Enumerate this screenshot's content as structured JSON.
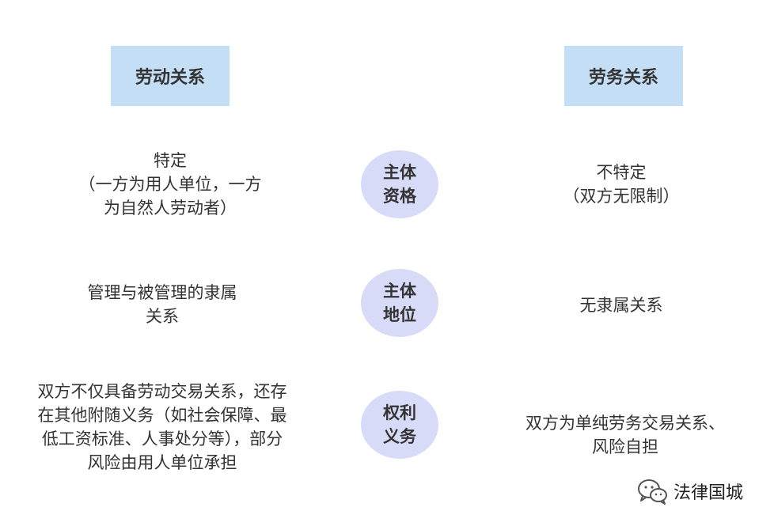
{
  "headers": {
    "left": "劳动关系",
    "right": "劳务关系"
  },
  "rows": [
    {
      "category": [
        "主体",
        "资格"
      ],
      "left": [
        "特定",
        "（一方为用人单位，一方",
        "为自然人劳动者）"
      ],
      "right": [
        "不特定",
        "（双方无限制）"
      ]
    },
    {
      "category": [
        "主体",
        "地位"
      ],
      "left": [
        "管理与被管理的隶属",
        "关系"
      ],
      "right": [
        "无隶属关系"
      ]
    },
    {
      "category": [
        "权利",
        "义务"
      ],
      "left": [
        "双方不仅具备劳动交易关系，还存",
        "在其他附随义务（如社会保障、最",
        "低工资标准、人事处分等），部分",
        "风险由用人单位承担"
      ],
      "right": [
        "双方为单纯劳务交易关系、",
        "风险自担"
      ]
    }
  ],
  "watermark": {
    "text": "法律国城",
    "icon": "wechat-icon"
  },
  "colors": {
    "header_bg": "#c4dff5",
    "circle_bg": "#d7dbf7",
    "text": "#333333"
  }
}
